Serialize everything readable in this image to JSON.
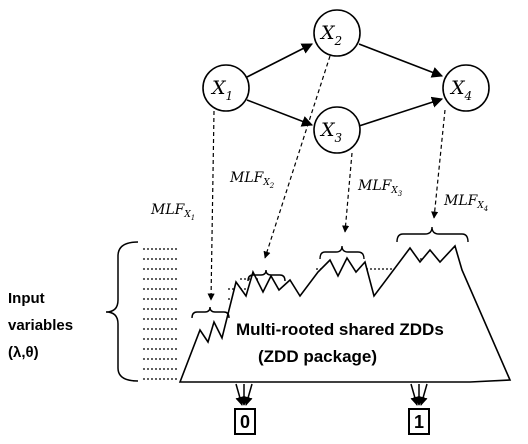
{
  "nodes": [
    {
      "var": "X",
      "sub": "1"
    },
    {
      "var": "X",
      "sub": "2"
    },
    {
      "var": "X",
      "sub": "3"
    },
    {
      "var": "X",
      "sub": "4"
    }
  ],
  "mlf_labels": [
    {
      "text": "MLF",
      "sub_var": "X",
      "sub_idx": "1"
    },
    {
      "text": "MLF",
      "sub_var": "X",
      "sub_idx": "2"
    },
    {
      "text": "MLF",
      "sub_var": "X",
      "sub_idx": "3"
    },
    {
      "text": "MLF",
      "sub_var": "X",
      "sub_idx": "4"
    }
  ],
  "input_variables": {
    "line1": "Input",
    "line2": "variables",
    "line3": "(λ,θ)"
  },
  "zdd": {
    "line1": "Multi-rooted shared ZDDs",
    "line2": "(ZDD package)"
  },
  "terminals": [
    "0",
    "1"
  ]
}
